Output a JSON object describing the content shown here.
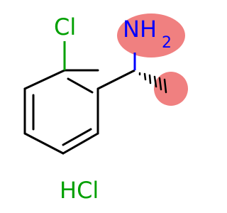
{
  "molecule": {
    "atoms": {
      "chlorine": {
        "label": "Cl",
        "color": "#00a000"
      },
      "amine": {
        "label": "NH",
        "subscript": "2",
        "color": "#0000ff",
        "highlight_color": "#f08080"
      }
    },
    "salt": {
      "label": "HCl",
      "color": "#00a000"
    },
    "bond_color": "#000000"
  }
}
